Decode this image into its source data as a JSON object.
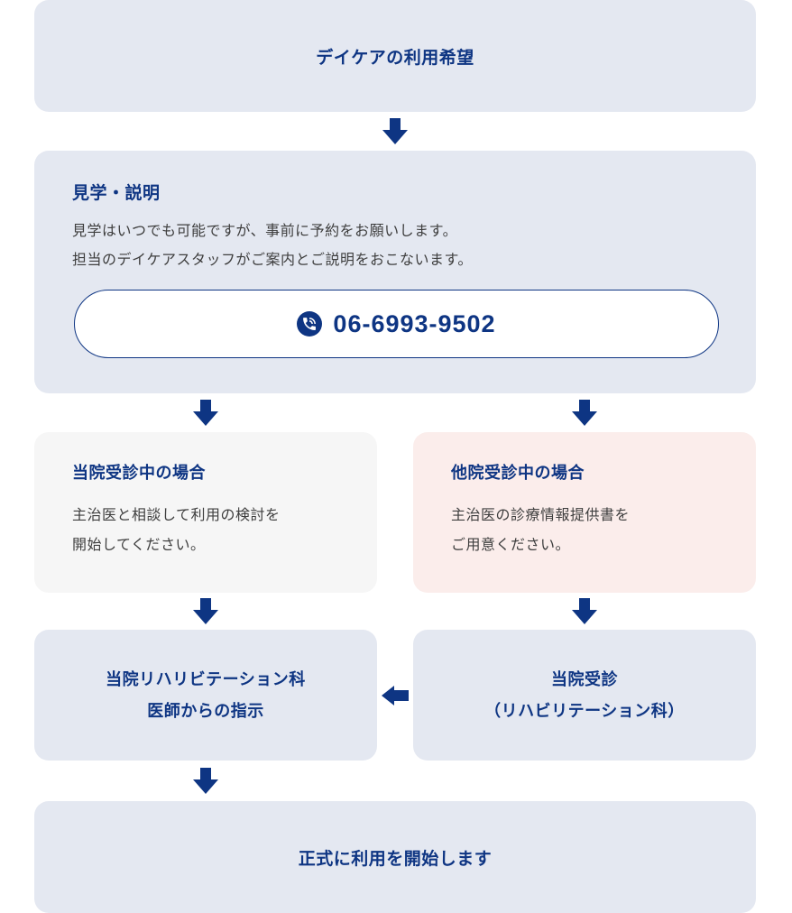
{
  "flow": {
    "step1": {
      "title": "デイケアの利用希望"
    },
    "step2": {
      "heading": "見学・説明",
      "body_line1": "見学はいつでも可能ですが、事前に予約をお願いします。",
      "body_line2": "担当のデイケアスタッフがご案内とご説明をおこないます。",
      "phone": {
        "number": "06-6993-9502",
        "icon": "phone-in-talk-icon"
      }
    },
    "step3_left": {
      "heading": "当院受診中の場合",
      "body_line1": "主治医と相談して利用の検討を",
      "body_line2": "開始してください。"
    },
    "step3_right": {
      "heading": "他院受診中の場合",
      "body_line1": "主治医の診療情報提供書を",
      "body_line2": "ご用意ください。"
    },
    "step4_left": {
      "line1": "当院リハリビテーション科",
      "line2": "医師からの指示"
    },
    "step4_right": {
      "line1": "当院受診",
      "line2": "（リハビリテーション科）"
    },
    "step5": {
      "title": "正式に利用を開始します"
    }
  },
  "icons": {
    "down_arrow": "arrow-down-icon",
    "left_arrow": "arrow-left-icon",
    "phone": "phone-in-talk-icon"
  },
  "colors": {
    "navy": "#0E3583",
    "panel_blue": "#E4E8F1",
    "panel_grey": "#F6F6F6",
    "panel_pink": "#FBEDEB",
    "body_text": "#3E3E3E",
    "phone_bg": "#FFFFFF"
  }
}
